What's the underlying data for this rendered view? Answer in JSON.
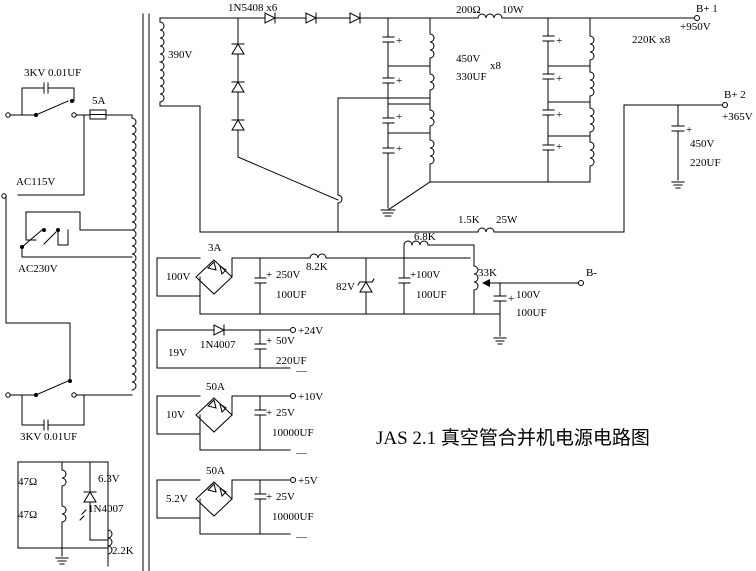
{
  "title": "JAS 2.1 真空管合并机电源电路图",
  "hv": {
    "secondary_voltage": "390V",
    "diode_label": "1N5408 x6",
    "choke_value": "200Ω",
    "choke_power": "10W",
    "cap_voltage": "450V",
    "cap_count": "x8",
    "cap_value": "330UF",
    "bleeder_value": "220K x8",
    "out1_name": "B+ 1",
    "out1_voltage": "+950V",
    "out2_name": "B+ 2",
    "out2_voltage": "+365V",
    "out2_cap_voltage": "450V",
    "out2_cap_value": "220UF",
    "drop_res_value": "1.5K",
    "drop_res_power": "25W"
  },
  "primary": {
    "switch1_caption": "3KV  0.01UF",
    "fuse_label": "5A",
    "ac115_label": "AC115V",
    "ac230_label": "AC230V",
    "switch2_caption": "3KV  0.01UF"
  },
  "bias": {
    "rect_label": "3A",
    "secondary_voltage": "100V",
    "c1_voltage": "250V",
    "c1_value": "100UF",
    "r1_value": "8.2K",
    "zener_label": "82V",
    "r2_value": "6.8K",
    "c2_voltage": "100V",
    "c2_value": "100UF",
    "pot_value": "33K",
    "c3_voltage": "100V",
    "c3_value": "100UF",
    "out_name": "B-"
  },
  "aux24": {
    "secondary_voltage": "19V",
    "diode_label": "1N4007",
    "cap_voltage": "50V",
    "cap_value": "220UF",
    "out_pos": "+24V",
    "out_neg": "—"
  },
  "aux10": {
    "rect_label": "50A",
    "secondary_voltage": "10V",
    "cap_voltage": "25V",
    "cap_value": "10000UF",
    "out_pos": "+10V",
    "out_neg": "—"
  },
  "aux5": {
    "rect_label": "50A",
    "secondary_voltage": "5.2V",
    "cap_voltage": "25V",
    "cap_value": "10000UF",
    "out_pos": "+5V",
    "out_neg": "—"
  },
  "heater": {
    "voltage": "6.3V",
    "r1_value": "47Ω",
    "r2_value": "47Ω",
    "diode_label": "1N4007",
    "r3_value": "2.2K"
  }
}
